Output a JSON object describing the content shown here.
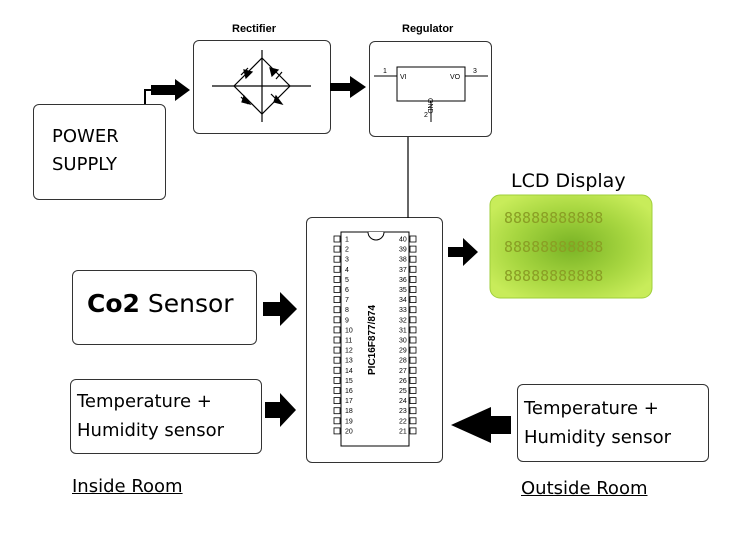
{
  "power_supply": {
    "line1": "POWER",
    "line2": "SUPPLY"
  },
  "rectifier": {
    "title": "Rectifier"
  },
  "regulator": {
    "title": "Regulator",
    "pins": {
      "vi": "VI",
      "vo": "VO",
      "gnd": "GND",
      "p1": "1",
      "p2": "2",
      "p3": "3"
    }
  },
  "lcd": {
    "title": "LCD Display",
    "rows": [
      "88888888888",
      "88888888888",
      "88888888888"
    ]
  },
  "mcu": {
    "part": "PIC16F877/874",
    "left_pins": [
      "1",
      "2",
      "3",
      "4",
      "5",
      "6",
      "7",
      "8",
      "9",
      "10",
      "11",
      "12",
      "13",
      "14",
      "15",
      "16",
      "17",
      "18",
      "19",
      "20"
    ],
    "right_pins": [
      "40",
      "39",
      "38",
      "37",
      "36",
      "35",
      "34",
      "33",
      "32",
      "31",
      "30",
      "29",
      "28",
      "27",
      "26",
      "25",
      "24",
      "23",
      "22",
      "21"
    ]
  },
  "co2_sensor": {
    "bold": "Co2",
    "rest": " Sensor"
  },
  "inside_sensor": {
    "line1": "Temperature +",
    "line2": "Humidity sensor"
  },
  "outside_sensor": {
    "line1": "Temperature +",
    "line2": "Humidity sensor"
  },
  "captions": {
    "inside": "Inside Room",
    "outside": "Outside Room"
  },
  "colors": {
    "lcd_green_center": "#79b325",
    "lcd_green_edge": "#c8ec5a",
    "arrow": "#000000"
  }
}
